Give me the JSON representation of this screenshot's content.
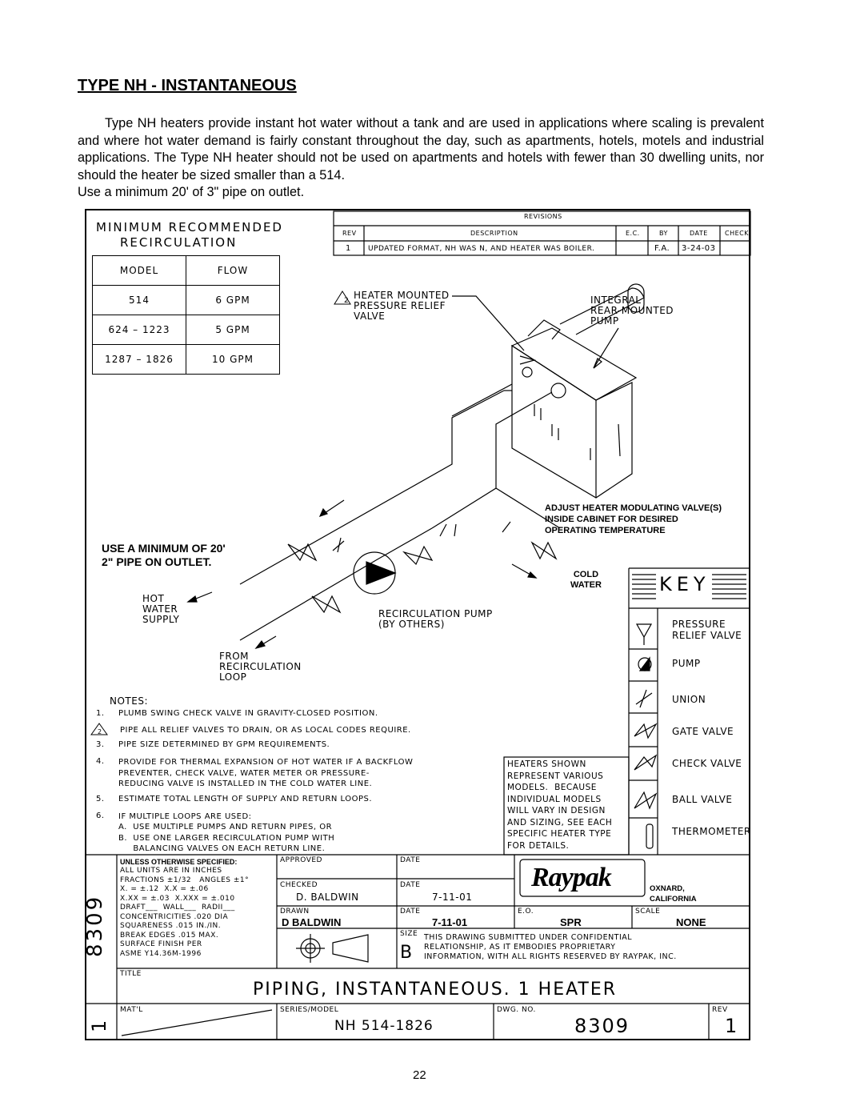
{
  "heading": "TYPE NH - INSTANTANEOUS",
  "intro": "Type NH heaters provide instant hot water without a tank and are used in applications where scaling is prevalent and where hot water demand is fairly constant throughout the day, such as apartments, hotels, motels and industrial applications.  The Type NH heater should not be used on apartments and hotels with fewer than 30 dwelling  units, nor should the heater be sized smaller than a 514.",
  "pipe_note": "Use a minimum 20' of 3\" pipe on outlet.",
  "drawing": {
    "recirc_title_1": "MINIMUM RECOMMENDED",
    "recirc_title_2": "RECIRCULATION",
    "flow_table": {
      "headers": [
        "MODEL",
        "FLOW"
      ],
      "rows": [
        [
          "514",
          "6 GPM"
        ],
        [
          "624 – 1223",
          "5 GPM"
        ],
        [
          "1287 – 1826",
          "10 GPM"
        ]
      ]
    },
    "revisions": {
      "title": "REVISIONS",
      "headers": [
        "REV",
        "DESCRIPTION",
        "E.C.",
        "BY",
        "DATE",
        "CHECK"
      ],
      "row": [
        "1",
        "UPDATED FORMAT, NH WAS N, AND HEATER WAS BOILER.",
        "",
        "F.A.",
        "3-24-03",
        ""
      ]
    },
    "callouts": {
      "relief_num": "2",
      "relief": "HEATER MOUNTED\nPRESSURE RELIEF\nVALVE",
      "pump": "INTEGRAL\nREAR-MOUNTED\nPUMP",
      "adjust": "ADJUST HEATER MODULATING VALVE(S)\nINSIDE CABINET FOR DESIRED\nOPERATING TEMPERATURE",
      "min_pipe": "USE A MINIMUM OF 20'\n2\" PIPE ON OUTLET.",
      "hot_water": "HOT\nWATER\nSUPPLY",
      "recirc_pump": "RECIRCULATION PUMP\n(BY OTHERS)",
      "cold_water": "COLD\nWATER",
      "from_loop": "FROM\nRECIRCULATION\nLOOP"
    },
    "key": {
      "title": "KEY",
      "items": [
        "PRESSURE\nRELIEF VALVE",
        "PUMP",
        "UNION",
        "GATE VALVE",
        "CHECK VALVE",
        "BALL VALVE",
        "THERMOMETER"
      ]
    },
    "notes_title": "NOTES:",
    "notes": [
      {
        "n": "1.",
        "t": "PLUMB SWING CHECK VALVE IN GRAVITY-CLOSED POSITION."
      },
      {
        "n": "2",
        "t": "PIPE ALL RELIEF VALVES TO DRAIN, OR AS LOCAL CODES REQUIRE."
      },
      {
        "n": "3.",
        "t": "PIPE SIZE DETERMINED BY GPM REQUIREMENTS."
      },
      {
        "n": "4.",
        "t": "PROVIDE FOR THERMAL EXPANSION OF HOT WATER IF A BACKFLOW\nPREVENTER, CHECK VALVE, WATER METER OR PRESSURE-\nREDUCING VALVE IS INSTALLED IN THE COLD WATER LINE."
      },
      {
        "n": "5.",
        "t": "ESTIMATE TOTAL LENGTH OF SUPPLY AND RETURN LOOPS."
      },
      {
        "n": "6.",
        "t": "IF MULTIPLE LOOPS ARE USED:\nA.  USE MULTIPLE PUMPS AND RETURN PIPES, OR\nB.  USE ONE LARGER RECIRCULATION PUMP WITH\n     BALANCING VALVES ON EACH RETURN LINE."
      }
    ],
    "heaters_note": "HEATERS SHOWN\nREPRESENT VARIOUS\nMODELS.  BECAUSE\nINDIVIDUAL MODELS\nWILL VARY IN DESIGN\nAND SIZING, SEE EACH\nSPECIFIC HEATER TYPE\nFOR DETAILS.",
    "title_block": {
      "unless": "UNLESS OTHERWISE SPECIFIED:",
      "specs": "ALL UNITS ARE IN INCHES\nFRACTIONS ±1/32   ANGLES ±1°\nX. = ±.12  X.X = ±.06\nX.XX = ±.03  X.XXX = ±.010\nDRAFT___  WALL___  RADII___\nCONCENTRICITIES .020 DIA\nSQUARENESS .015 IN./IN.\nBREAK EDGES .015 MAX.\nSURFACE FINISH PER\nASME Y14.36M-1996",
      "side_dwg": "8309",
      "side_rev": "1",
      "approved_label": "APPROVED",
      "date_label": "DATE",
      "checked_label": "CHECKED",
      "checked_by": "D. BALDWIN",
      "checked_date": "7-11-01",
      "drawn_label": "DRAWN",
      "drawn_by": "D BALDWIN",
      "drawn_date": "7-11-01",
      "company": "Raypak",
      "location": "OXNARD,\nCALIFORNIA",
      "eo_label": "E.O.",
      "eo": "SPR",
      "scale_label": "SCALE",
      "scale": "NONE",
      "size_label": "SIZE",
      "size": "B",
      "confidential": "THIS DRAWING SUBMITTED UNDER CONFIDENTIAL\nRELATIONSHIP, AS IT EMBODIES PROPRIETARY\nINFORMATION, WITH ALL RIGHTS RESERVED BY RAYPAK, INC.",
      "title_label": "TITLE",
      "title": "PIPING, INSTANTANEOUS. 1 HEATER",
      "matl_label": "MAT'L",
      "series_label": "SERIES/MODEL",
      "series": "NH 514-1826",
      "dwg_label": "DWG. NO.",
      "dwg": "8309",
      "rev_label": "REV",
      "rev": "1"
    }
  },
  "page_number": "22"
}
